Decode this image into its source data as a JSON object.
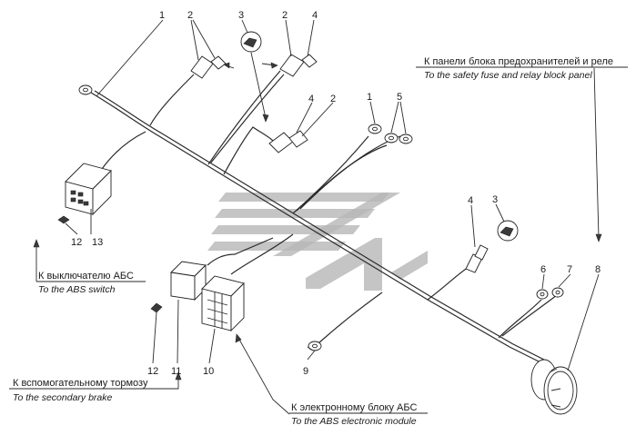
{
  "callouts": {
    "n1a": "1",
    "n2a": "2",
    "n3a": "3",
    "n2b": "2",
    "n4a": "4",
    "n4b": "4",
    "n2c": "2",
    "n1b": "1",
    "n5": "5",
    "n4c": "4",
    "n3b": "3",
    "n6": "6",
    "n7": "7",
    "n8": "8",
    "n12a": "12",
    "n13": "13",
    "n12b": "12",
    "n11": "11",
    "n10": "10",
    "n9": "9"
  },
  "captions": {
    "fuse_ru": "К панели блока предохранителей и реле",
    "fuse_en": "To the safety fuse and relay block panel",
    "abs_switch_ru": "К выключателю АБС",
    "abs_switch_en": "To the ABS switch",
    "brake_ru": "К вспомогательному тормозу",
    "brake_en": "To the secondary brake",
    "abs_module_ru": "К электронному блоку АБС",
    "abs_module_en": "To the ABS electronic module"
  }
}
